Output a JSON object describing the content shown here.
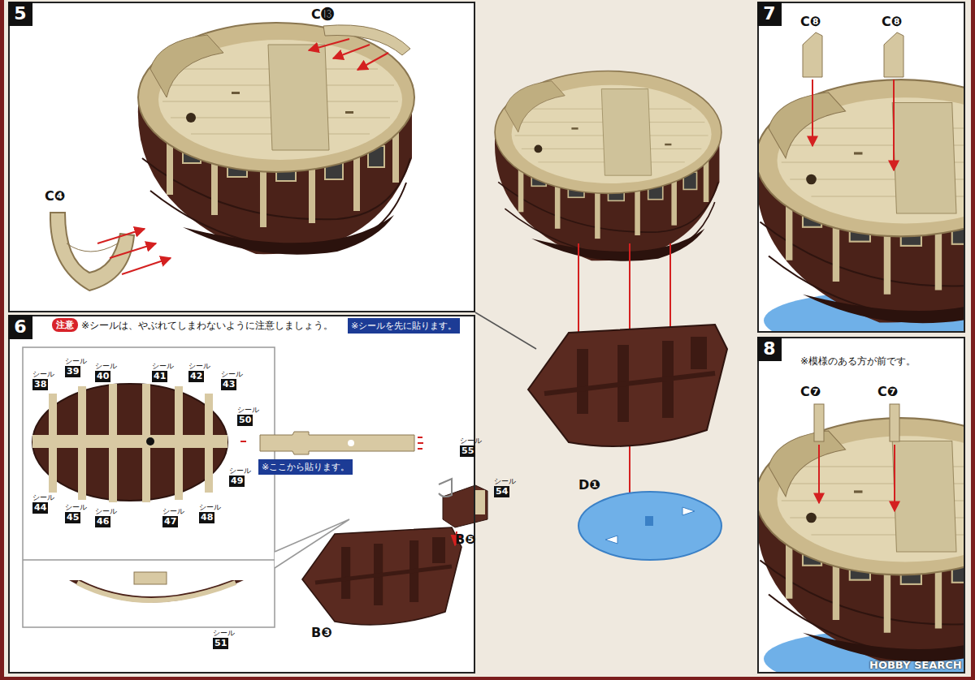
{
  "diagram": {
    "nodes": [
      {
        "text": [
          "5"
        ]
      },
      {
        "text": [
          "6"
        ]
      },
      {
        "text": [
          "7"
        ]
      },
      {
        "text": [
          "8"
        ]
      }
    ],
    "labels": [
      "C⓭",
      "C❹",
      "注意",
      "※シールは、やぶれてしまわないように注意しましょう。",
      "※シールを先に貼ります。",
      "シール",
      "38",
      "シール",
      "39",
      "シール",
      "40",
      "シール",
      "41",
      "シール",
      "42",
      "シール",
      "43",
      "シール",
      "50",
      "シール",
      "49",
      "シール",
      "44",
      "シール",
      "45",
      "シール",
      "46",
      "シール",
      "47",
      "シール",
      "48",
      "シール",
      "51",
      "※ここから貼ります。",
      "シール",
      "55",
      "シール",
      "54",
      "B❺",
      "B❸",
      "D❶",
      "C❽",
      "C❽",
      "※模様のある方が前です。",
      "C❼",
      "C❼",
      "HOBBY SEARCH"
    ]
  }
}
